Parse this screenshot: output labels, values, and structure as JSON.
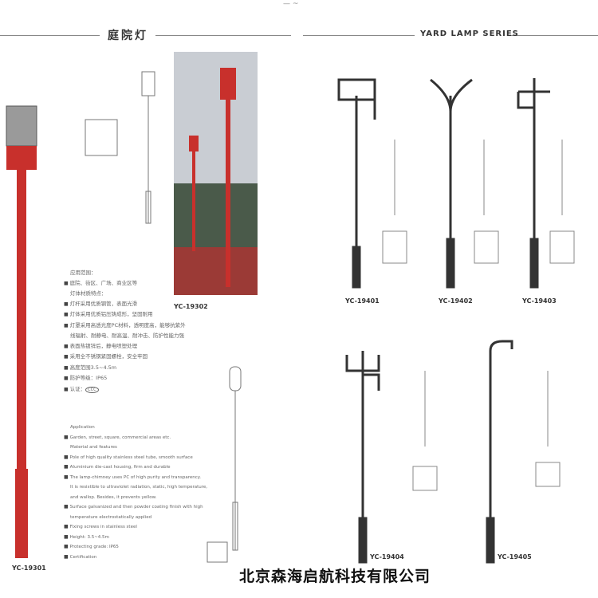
{
  "header": {
    "title_cn": "庭院灯",
    "title_en": "YARD LAMP SERIES",
    "top_mark": "— ~"
  },
  "models": [
    "YC-19301",
    "YC-19302",
    "YC-19401",
    "YC-19402",
    "YC-19403",
    "YC-19404",
    "YC-19405"
  ],
  "spec_cn": {
    "application_heading": "应用范围：",
    "application": "庭院、街区、广场、商业区等",
    "features_heading": "灯体材质特点：",
    "features": [
      "灯杆采用优质钢管，表面光滑",
      "灯体采用优质铝压铸成形，坚固耐用",
      "灯罩采用高透光度PC材料，透明度高，能够抗紫外",
      "线辐射、耐静电、耐高温、耐冲击、防护性能力强",
      "表面热镀锌后，静电喷塑处理",
      "采用全不锈钢紧固螺栓，安全牢固",
      "高度范围3.5~4.5m",
      "防护等级：IP65",
      "认证："
    ]
  },
  "spec_en": {
    "application_heading": "Application",
    "application": "Garden, street, square, commercial areas etc.",
    "features_heading": "Material and features",
    "features": [
      "Pole of high quality stainless steel tube, smooth surface",
      "Aluminium die-cast housing, firm and durable",
      "The lamp-chimney uses PC of high purity and transparency.",
      "It is resistible to ultraviolet radiation, static, high temperature,",
      "and wallop. Besides, it prevents yellow.",
      "Surface galvanized and then powder coating finish with high",
      "temperature electrostatically applied",
      "Fixing screws in stainless steel",
      "Height: 3.5~4.5m",
      "Protecting grade: IP65",
      "Certification"
    ],
    "cert_mark": "CCC"
  },
  "footer": {
    "company": "北京森海启航科技有限公司"
  },
  "colors": {
    "red": "#c8302c",
    "pole": "#333333",
    "accent": "#222222"
  }
}
